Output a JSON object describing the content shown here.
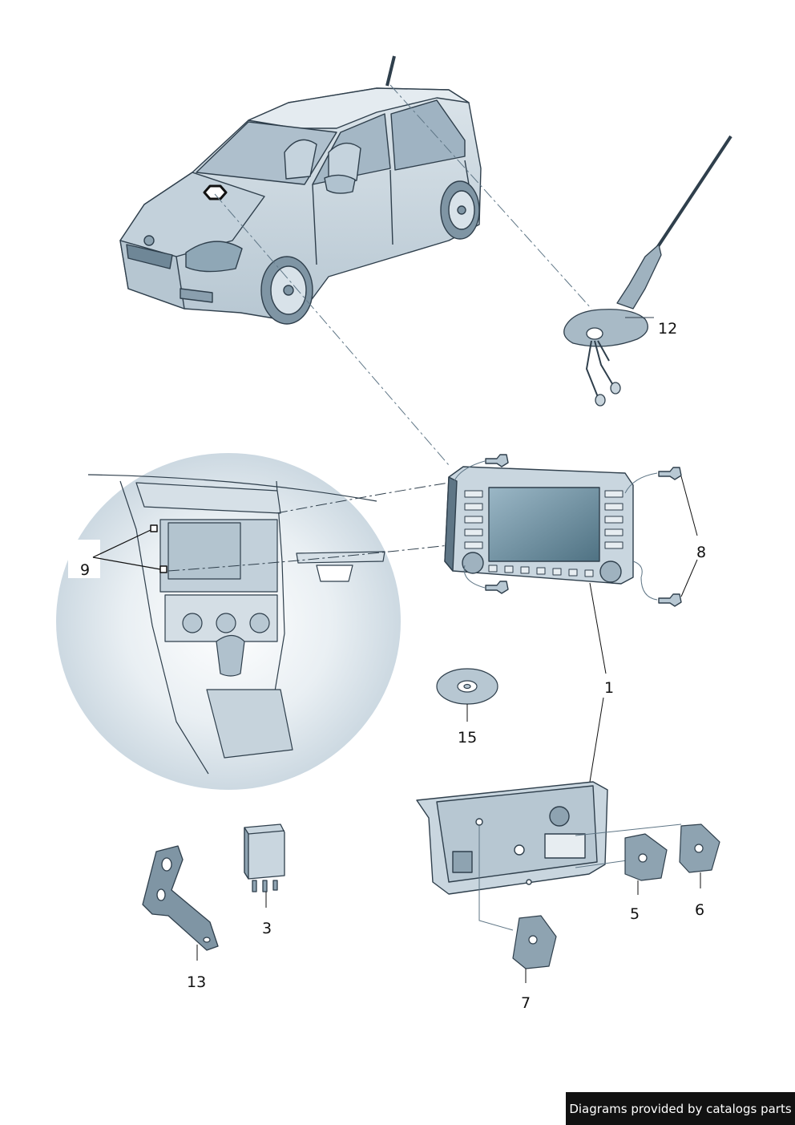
{
  "callouts": {
    "c1": "1",
    "c3": "3",
    "c5": "5",
    "c6": "6",
    "c7": "7",
    "c8": "8",
    "c9": "9",
    "c12": "12",
    "c13": "13",
    "c15": "15"
  },
  "credit": "Diagrams provided by catalogs parts",
  "colors": {
    "part_fill": "#c9d6df",
    "part_dark": "#5f7686",
    "outline": "#2f3f4c",
    "screen": "#6f93a6",
    "vignette": "#dbe5ec"
  }
}
